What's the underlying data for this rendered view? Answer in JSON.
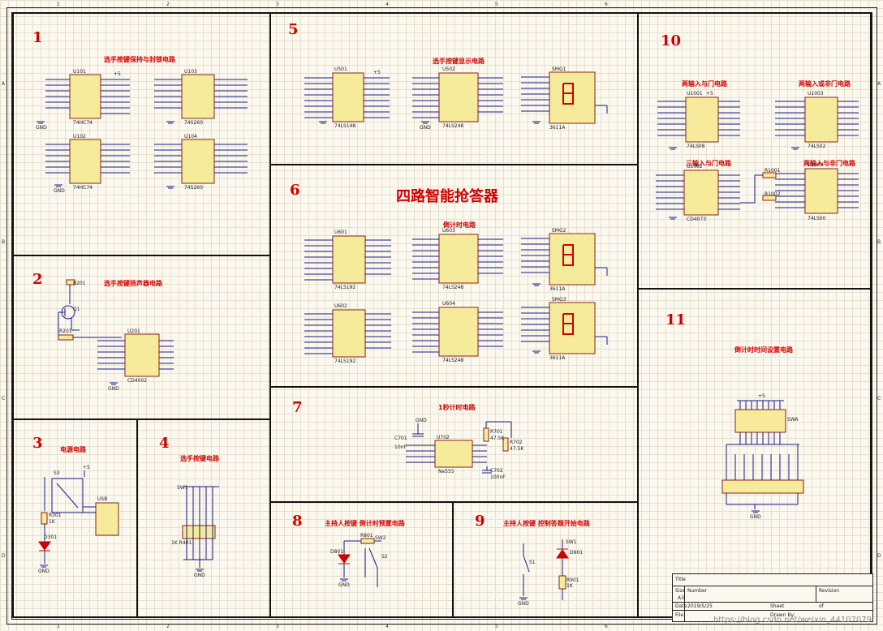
{
  "ruler": {
    "columns": [
      "1",
      "2",
      "3",
      "4",
      "5",
      "6"
    ],
    "rows": [
      "A",
      "B",
      "C",
      "D"
    ]
  },
  "diagram_title": "四路智能抢答器",
  "sections": [
    {
      "num": "1",
      "titles": [
        "选手按键保持与封锁电路"
      ]
    },
    {
      "num": "2",
      "titles": [
        "选手按键扬声器电路"
      ]
    },
    {
      "num": "3",
      "titles": [
        "电源电路"
      ]
    },
    {
      "num": "4",
      "titles": [
        "选手按键电路"
      ]
    },
    {
      "num": "5",
      "titles": [
        "选手按键显示电路"
      ]
    },
    {
      "num": "6",
      "titles": [
        "倒计时电路"
      ]
    },
    {
      "num": "7",
      "titles": [
        "1秒计时电路"
      ]
    },
    {
      "num": "8",
      "titles": [
        "主持人按键 倒计时预置电路"
      ]
    },
    {
      "num": "9",
      "titles": [
        "主持人按键 控制答题开始电路"
      ]
    },
    {
      "num": "10",
      "titles": [
        "两输入与门电路",
        "两输入或非门电路",
        "三输入与门电路",
        "两输入与非门电路"
      ]
    },
    {
      "num": "11",
      "titles": [
        "倒计时时间设置电路"
      ]
    }
  ],
  "components": [
    {
      "ref": "U101",
      "part": "74HC74"
    },
    {
      "ref": "U102",
      "part": "74HC74"
    },
    {
      "ref": "U103",
      "part": "74S260"
    },
    {
      "ref": "U104",
      "part": "74S260"
    },
    {
      "ref": "U501",
      "part": "74LS148"
    },
    {
      "ref": "U502",
      "part": "74LS248"
    },
    {
      "ref": "SMG1",
      "part": "3611A"
    },
    {
      "ref": "U601",
      "part": "74LS192"
    },
    {
      "ref": "U602",
      "part": "74LS192"
    },
    {
      "ref": "U603",
      "part": "74LS248"
    },
    {
      "ref": "U604",
      "part": "74LS248"
    },
    {
      "ref": "SMG2",
      "part": "3611A"
    },
    {
      "ref": "SMG3",
      "part": "3611A"
    },
    {
      "ref": "U201",
      "part": "CD4002"
    },
    {
      "ref": "U702",
      "part": "Ne555"
    },
    {
      "ref": "U1001",
      "part": "74LS08"
    },
    {
      "ref": "U1002",
      "part": "CD4073"
    },
    {
      "ref": "U1003",
      "part": "74LS02"
    },
    {
      "ref": "U1004",
      "part": "74LS00"
    }
  ],
  "labels": {
    "gnd": "GND",
    "vcc": "+5",
    "q1": "Q1",
    "r201": "R201",
    "bz": "B201",
    "usb": "USB",
    "s3": "S3",
    "r301": "R301",
    "r301v": "1K",
    "d301": "D301",
    "sw1": "SW1",
    "rpack": "1K R401",
    "r701": "R701",
    "r701v": "47.5K",
    "r702": "R702",
    "r702v": "47.5K",
    "c701": "C701",
    "c701v": "10nF",
    "c702": "C702",
    "c702v": "100nF",
    "d801": "D801",
    "r801": "R801",
    "sw2": "SW2",
    "s2": "S2",
    "sw1b": "SW1",
    "s1": "S1",
    "d901": "D901",
    "r901": "R901",
    "r901v": "1K",
    "swa": "SWA",
    "rvals": "1K",
    "r1001": "R1001",
    "r1002": "R1002"
  },
  "title_block": {
    "title": "Title",
    "size": "Size",
    "size_val": "A3",
    "number": "Number",
    "revision": "Revision",
    "date": "Date",
    "date_val": "2019/5/25",
    "file": "File",
    "sheet": "Sheet",
    "of": "of",
    "drawn": "Drawn By:"
  },
  "watermark": "https://blog.csdn.net/weixin_44107079"
}
